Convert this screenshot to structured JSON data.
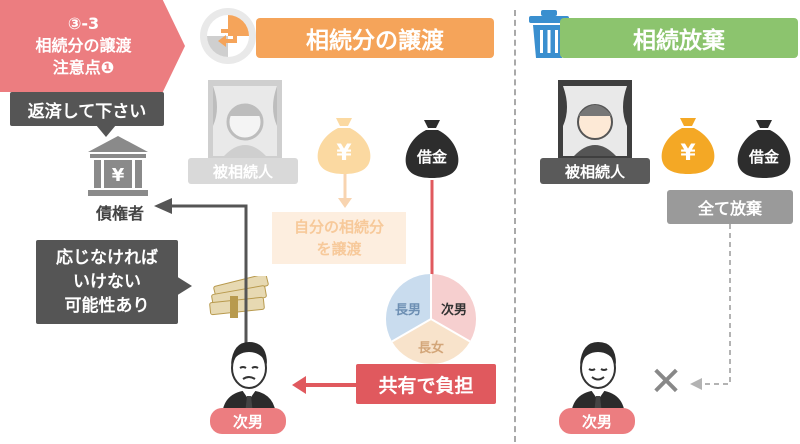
{
  "step": {
    "number": "③-3",
    "line1": "相続分の譲渡",
    "line2": "注意点❶"
  },
  "header_left": {
    "title": "相続分の譲渡",
    "icon": "transfer-arrow-icon"
  },
  "header_right": {
    "title": "相続放棄",
    "icon": "trash-can-icon"
  },
  "left": {
    "repay_callout": "返済して下さい",
    "creditor_label": "債権者",
    "bank_icon_symbol": "¥",
    "decedent_label": "被相続人",
    "yen_bag_symbol": "¥",
    "debt_bag_label": "借金",
    "own_share_line1": "自分の相続分",
    "own_share_line2": "を譲渡",
    "pie": {
      "slices": [
        "長男",
        "次男",
        "長女"
      ],
      "colors": [
        "#c9dcee",
        "#f6cfcf",
        "#f8e3cb"
      ]
    },
    "joint_burden": "共有で負担",
    "must_respond_line1": "応じなければ",
    "must_respond_line2": "いけない",
    "must_respond_line3": "可能性あり",
    "heir_label": "次男"
  },
  "right": {
    "decedent_label": "被相続人",
    "yen_bag_symbol": "¥",
    "debt_bag_label": "借金",
    "renounce_all": "全て放棄",
    "heir_label": "次男",
    "cross_mark": "✕"
  },
  "colors": {
    "pink": "#ec7d80",
    "orange": "#f5a45a",
    "green": "#8cc46e",
    "dark": "#555555",
    "red": "#e0595e",
    "yen_gold": "#f4a825"
  }
}
